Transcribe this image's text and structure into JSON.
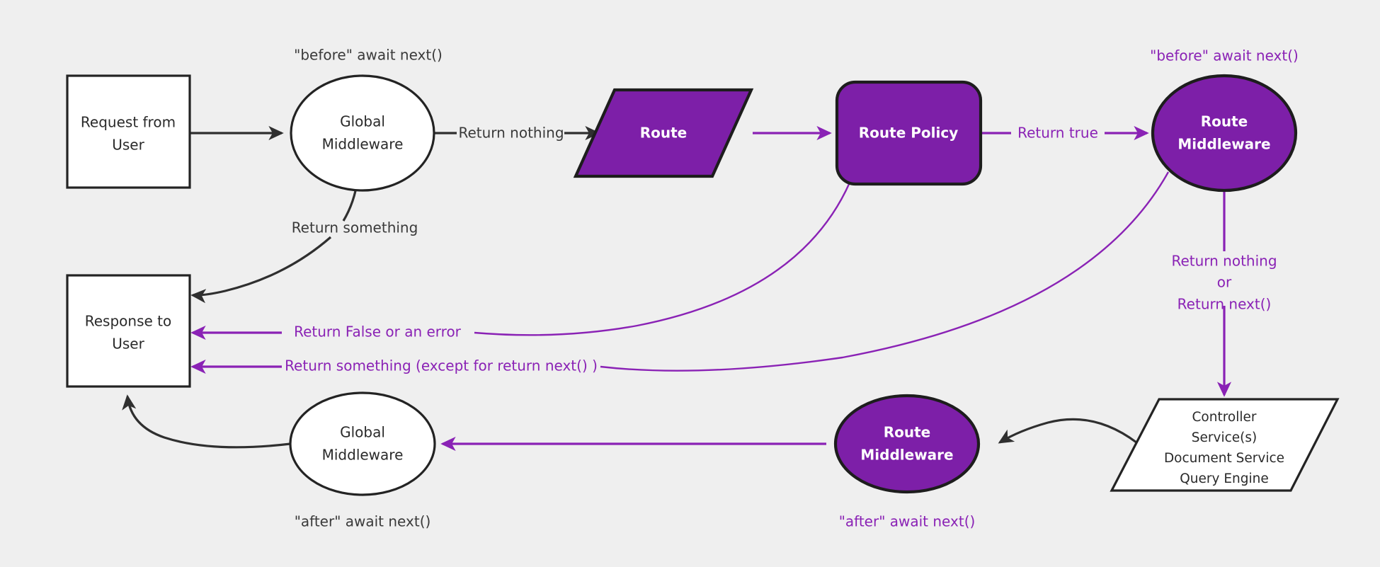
{
  "diagram": {
    "title": "Middleware request/response lifecycle",
    "background_color": "#efefef",
    "accent_color": "#7d1fa8",
    "accent_line_color": "#8a22b5",
    "outline_color": "#232323",
    "nodes": {
      "request_from_user": {
        "line1": "Request from",
        "line2": "User"
      },
      "global_middleware_top": {
        "line1": "Global",
        "line2": "Middleware"
      },
      "route": {
        "label": "Route"
      },
      "route_policy": {
        "label": "Route Policy"
      },
      "route_middleware_top": {
        "line1": "Route",
        "line2": "Middleware"
      },
      "controller_stack": {
        "line1": "Controller",
        "line2": "Service(s)",
        "line3": "Document Service",
        "line4": "Query Engine"
      },
      "route_middleware_bottom": {
        "line1": "Route",
        "line2": "Middleware"
      },
      "global_middleware_bottom": {
        "line1": "Global",
        "line2": "Middleware"
      },
      "response_to_user": {
        "line1": "Response to",
        "line2": "User"
      }
    },
    "edge_labels": {
      "return_nothing": "Return nothing",
      "return_true": "Return true",
      "return_something": "Return something",
      "return_false_or_error": "Return False or an error",
      "return_something_except_next": "Return something (except for return next() )",
      "return_nothing_or_next_line1": "Return nothing",
      "return_nothing_or_next_line2": "or",
      "return_nothing_or_next_line3": "Return next()"
    },
    "annotations": {
      "before_await_next_global": "\"before\" await next()",
      "before_await_next_route": "\"before\" await next()",
      "after_await_next_global": "\"after\" await next()",
      "after_await_next_route": "\"after\" await next()"
    }
  }
}
